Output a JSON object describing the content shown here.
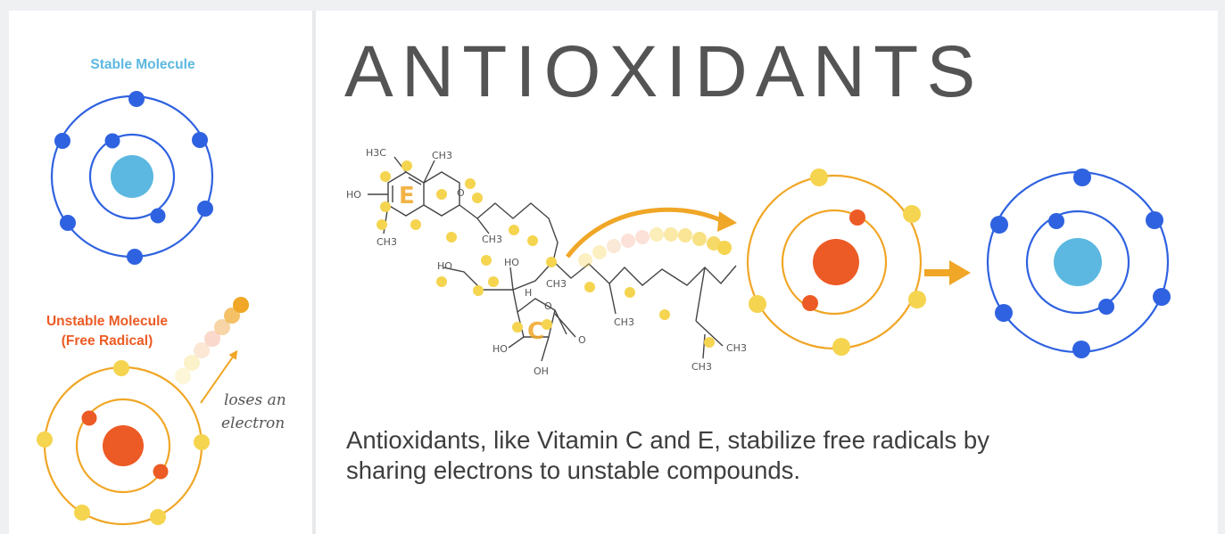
{
  "colors": {
    "blue": "#2f62e0",
    "light_blue": "#5cb8e0",
    "orange": "#ec5b25",
    "amber": "#f0a626",
    "yellow": "#f5d44f",
    "gray_text": "#545454"
  },
  "left_panel": {
    "stable_label": "Stable Molecule",
    "unstable_label_line1": "Unstable Molecule",
    "unstable_label_line2": "(Free Radical)",
    "note_line1": "loses an",
    "note_line2": "electron"
  },
  "main": {
    "title": "ANTIOXIDANTS",
    "caption_line1": "Antioxidants, like Vitamin C and E, stabilize free radicals by",
    "caption_line2": "sharing electrons to unstable compounds."
  },
  "molecule": {
    "ring_e_letter": "E",
    "ring_c_letter": "C",
    "labels": {
      "h3c": "H3C",
      "ch3_top": "CH3",
      "ho_left": "HO",
      "ch3_bottom_left": "CH3",
      "ch3_mid": "CH3",
      "ho_c1": "HO",
      "ho_c2": "HO",
      "h_c": "H",
      "o_ring": "O",
      "o_keto": "O",
      "ho_c3": "HO",
      "oh_c": "OH",
      "ch3_chain1": "CH3",
      "ch3_chain2": "CH3",
      "ch3_end1": "CH3",
      "ch3_end2": "CH3",
      "o_e_ring": "O"
    }
  }
}
